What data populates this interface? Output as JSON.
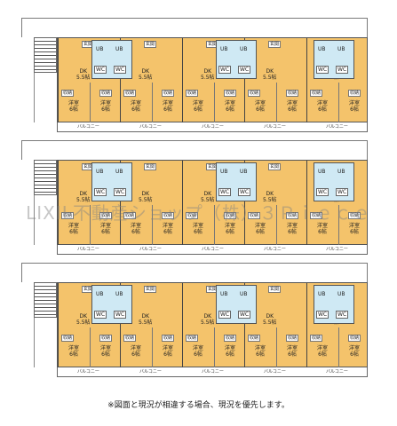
{
  "labels": {
    "entrance": "玄関",
    "storage": "収納",
    "unit_bath": "UB",
    "toilet": "WC",
    "dining_kitchen": "DK",
    "dk_size": "5.5帖",
    "western_room": "洋室",
    "room_size": "6帖",
    "balcony": "バルコニー"
  },
  "watermark": "LIXIL不動産ショップ（株）３Ｐｉｅｃｅ",
  "note": "※図面と現況が相違する場合、現況を優先します。",
  "floors": [
    {
      "id": "floor-top"
    },
    {
      "id": "floor-middle"
    },
    {
      "id": "floor-bottom"
    }
  ],
  "colors": {
    "room": "#f4c36b",
    "wet_area": "#cfe9f4",
    "line": "#444444"
  }
}
